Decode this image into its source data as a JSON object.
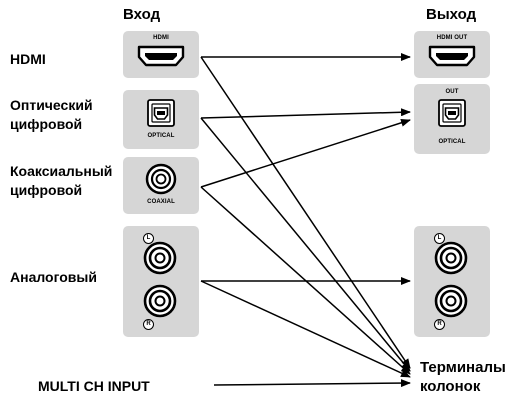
{
  "headers": {
    "input": "Вход",
    "output": "Выход"
  },
  "rows": {
    "hdmi": "HDMI",
    "optical_line1": "Оптический",
    "optical_line2": "цифровой",
    "coaxial_line1": "Коаксиальный",
    "coaxial_line2": "цифровой",
    "analog": "Аналоговый",
    "multi_ch": "MULTI CH INPUT"
  },
  "jacks": {
    "hdmi_in": "HDMI",
    "hdmi_out": "HDMI OUT",
    "optical_in": "OPTICAL",
    "optical_out_top": "OUT",
    "optical_out_bottom": "OPTICAL",
    "coaxial": "COAXIAL",
    "left": "L",
    "right": "R"
  },
  "speaker_terminals": {
    "line1": "Терминалы",
    "line2": "колонок"
  },
  "colors": {
    "panel": "#d6d6d6",
    "line": "#000000"
  }
}
